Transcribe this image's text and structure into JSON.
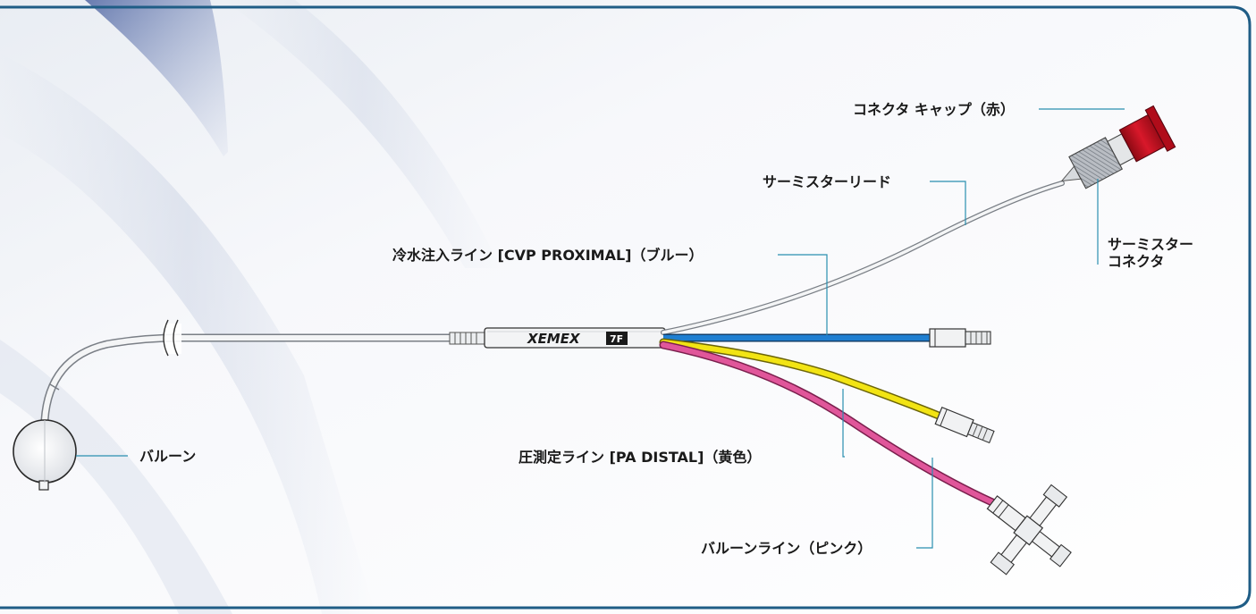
{
  "diagram": {
    "brand": {
      "name": "XEMEX",
      "size": "7F"
    },
    "labels": {
      "connector_cap": "コネクタ キャップ（赤）",
      "thermistor_lead": "サーミスターリード",
      "thermistor_connector_line1": "サーミスター",
      "thermistor_connector_line2": "コネクタ",
      "cvp_line": "冷水注入ライン [CVP PROXIMAL]（ブルー）",
      "balloon": "バルーン",
      "pa_line": "圧測定ライン [PA DISTAL]（黄色）",
      "balloon_line": "バルーンライン（ピンク）"
    },
    "colors": {
      "frame": "#1f5d86",
      "cvp_blue": "#1f7fd1",
      "pa_yellow": "#f2e414",
      "balloon_pink": "#e0569a",
      "cap_red": "#c8101e",
      "leader": "#2a8fb0"
    }
  }
}
